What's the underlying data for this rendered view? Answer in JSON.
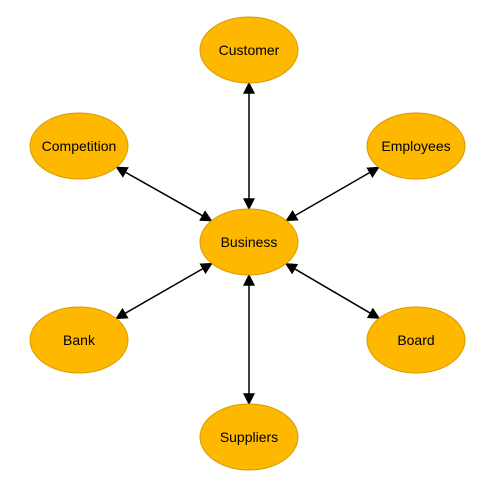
{
  "diagram": {
    "center": {
      "id": "business",
      "label": "Business"
    },
    "nodes": [
      {
        "id": "customer",
        "label": "Customer"
      },
      {
        "id": "employees",
        "label": "Employees"
      },
      {
        "id": "board",
        "label": "Board"
      },
      {
        "id": "suppliers",
        "label": "Suppliers"
      },
      {
        "id": "bank",
        "label": "Bank"
      },
      {
        "id": "competition",
        "label": "Competition"
      }
    ],
    "edges": [
      {
        "from": "business",
        "to": "customer",
        "direction": "both"
      },
      {
        "from": "business",
        "to": "employees",
        "direction": "both"
      },
      {
        "from": "business",
        "to": "board",
        "direction": "both"
      },
      {
        "from": "business",
        "to": "suppliers",
        "direction": "both"
      },
      {
        "from": "business",
        "to": "bank",
        "direction": "both"
      },
      {
        "from": "business",
        "to": "competition",
        "direction": "both"
      }
    ]
  },
  "colors": {
    "node_fill": "#FFB800",
    "node_stroke": "#D99A00",
    "edge": "#000000",
    "text": "#000000"
  }
}
